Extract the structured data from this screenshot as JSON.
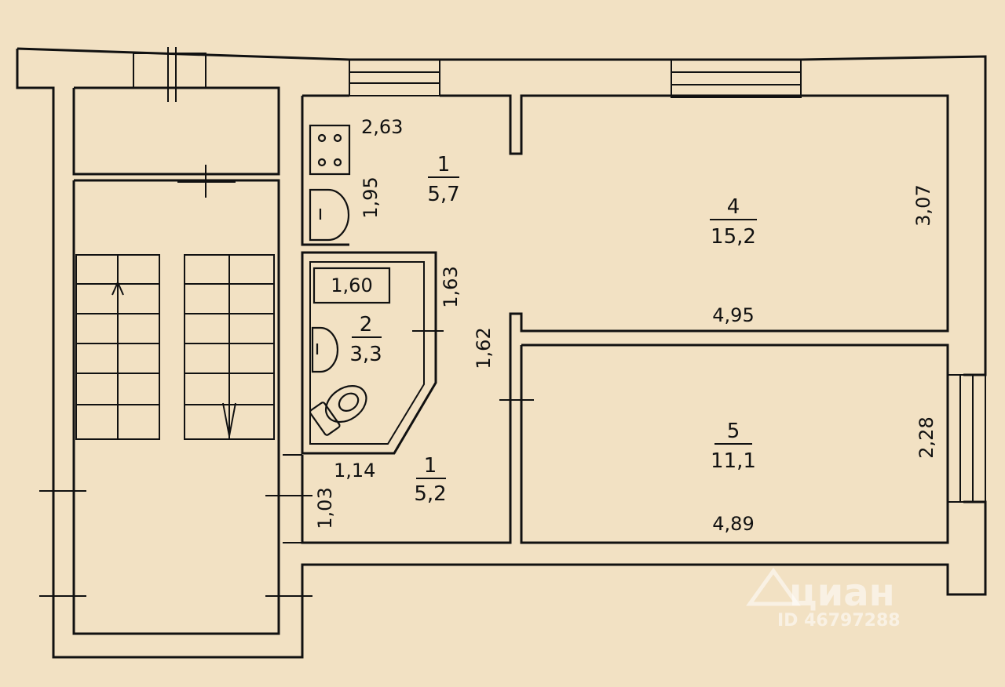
{
  "rooms": [
    {
      "number": "1",
      "area": "5,7"
    },
    {
      "number": "2",
      "area": "3,3"
    },
    {
      "number": "1",
      "area": "5,2"
    },
    {
      "number": "4",
      "area": "15,2"
    },
    {
      "number": "5",
      "area": "11,1"
    }
  ],
  "dimensions": {
    "kitchen_width": "2,63",
    "kitchen_depth": "1,95",
    "bath_width": "1,60",
    "bath_depth": "1,63",
    "hall_width": "1,14",
    "hall_depth": "1,03",
    "corridor_depth": "1,62",
    "room4_width": "4,95",
    "room4_depth": "3,07",
    "room5_width": "4,89",
    "room5_depth": "2,28"
  },
  "watermark": {
    "brand": "циан",
    "listing_id": "ID 46797288"
  },
  "colors": {
    "background": "#f2e1c3",
    "line": "#111111",
    "watermark": "#ffffff"
  }
}
